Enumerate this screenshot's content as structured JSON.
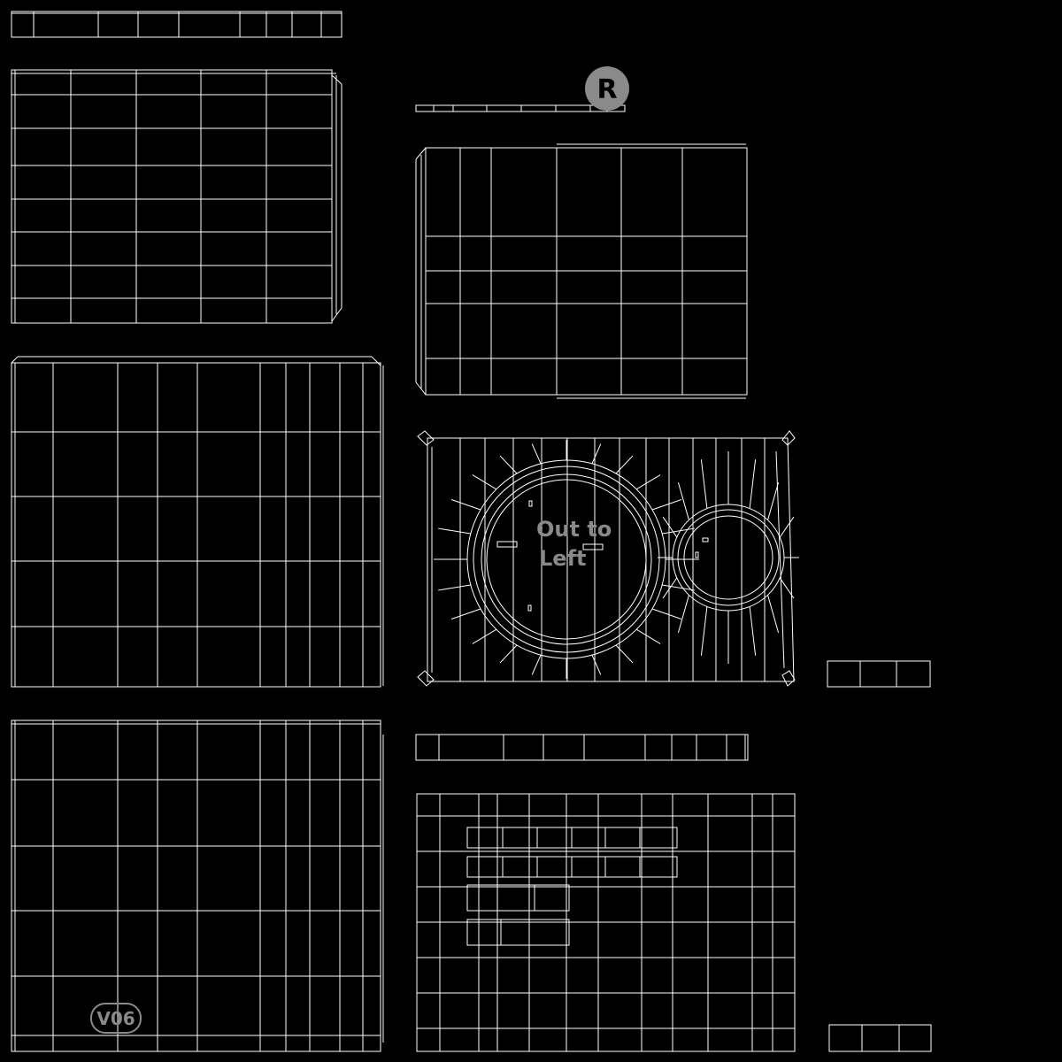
{
  "background_color": "#000000",
  "wire_color": "#ffffff",
  "label_color": "#8a8a8a",
  "marker_r": {
    "text": "R",
    "fill": "#8a8a8a",
    "text_color": "#000000"
  },
  "annotation": {
    "line1": "Out to",
    "line2": "Left"
  },
  "version_badge": {
    "text": "V06",
    "color": "#8a8a8a"
  }
}
